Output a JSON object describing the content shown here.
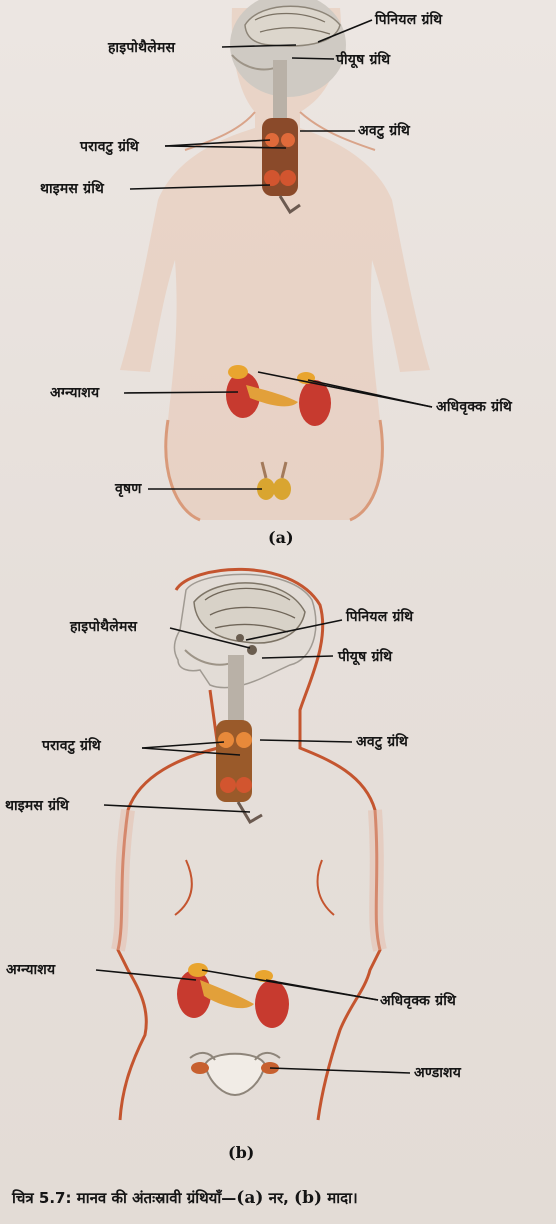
{
  "figure_a": {
    "sublabel": "(a)",
    "labels": {
      "pineal": "पिनियल ग्रंथि",
      "hypothalamus": "हाइपोथैलेमस",
      "pituitary": "पीयूष ग्रंथि",
      "thyroid": "अवटु ग्रंथि",
      "parathyroid": "परावटु ग्रंथि",
      "thymus": "थाइमस ग्रंथि",
      "pancreas": "अग्न्याशय",
      "adrenal": "अधिवृक्क ग्रंथि",
      "testis": "वृषण"
    }
  },
  "figure_b": {
    "sublabel": "(b)",
    "labels": {
      "pineal": "पिनियल ग्रंथि",
      "hypothalamus": "हाइपोथैलेमस",
      "pituitary": "पीयूष ग्रंथि",
      "thyroid": "अवटु ग्रंथि",
      "parathyroid": "परावटु ग्रंथि",
      "thymus": "थाइमस ग्रंथि",
      "pancreas": "अग्न्याशय",
      "adrenal": "अधिवृक्क ग्रंथि",
      "ovary": "अण्डाशय"
    }
  },
  "caption": {
    "prefix": "चित्र 5.7:",
    "text": "मानव की अंतःस्रावी ग्रंथियाँ—",
    "a": "(a)",
    "male": "नर,",
    "b": "(b)",
    "female": "मादा।"
  },
  "colors": {
    "body_outline": "#c4552f",
    "organ_red": "#c0392b",
    "organ_orange": "#e09a2b",
    "brain": "#d8d2c8"
  }
}
